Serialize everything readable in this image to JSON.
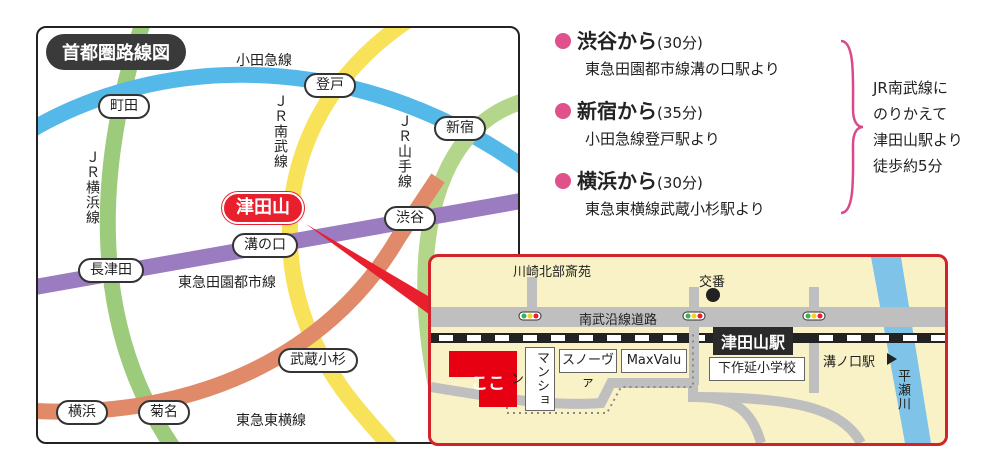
{
  "route_map": {
    "title": "首都圏路線図",
    "stations": {
      "noborito": "登戸",
      "machida": "町田",
      "shinjuku": "新宿",
      "shibuya": "渋谷",
      "tsudayama": "津田山",
      "mizonokuchi": "溝の口",
      "nagatsuta": "長津田",
      "musashikosugi": "武蔵小杉",
      "yokohama": "横浜",
      "kikuna": "菊名"
    },
    "lines": {
      "odakyu": "小田急線",
      "jr_nambu": "ＪＲ南武線",
      "jr_yamanote": "ＪＲ山手線",
      "jr_yokohama": "ＪＲ横浜線",
      "denentoshi": "東急田園都市線",
      "toyoko": "東急東横線"
    },
    "colors": {
      "odakyu": "#54b9e8",
      "nambu": "#f8e25a",
      "yokohama": "#93c572",
      "yamanote": "#b3d68a",
      "denentoshi": "#9b7cc0",
      "toyoko": "#e08a6a",
      "highlight": "#e8202e"
    }
  },
  "access": {
    "routes": [
      {
        "from": "渋谷から",
        "time": "(30分)",
        "desc": "東急田園都市線溝の口駅より"
      },
      {
        "from": "新宿から",
        "time": "(35分)",
        "desc": "小田急線登戸駅より"
      },
      {
        "from": "横浜から",
        "time": "(30分)",
        "desc": "東急東横線武蔵小杉駅より"
      }
    ],
    "transfer_note": [
      "JR南武線に",
      "のりかえて",
      "津田山駅より",
      "徒歩約5分"
    ],
    "dot_color": "#e0508a"
  },
  "local_map": {
    "landmarks": {
      "kawasaki_hokubu": "川崎北部斎苑",
      "koban": "交番",
      "road": "南武沿線道路",
      "station": "津田山駅",
      "mizonokuchi_station": "溝ノ口駅",
      "river": "平瀬川",
      "here": "ここ",
      "mansion": "マンション",
      "snova": "スノーヴァ",
      "maxvalu": "MaxValu",
      "school": "下作延小学校"
    },
    "colors": {
      "background": "#f8f2c6",
      "road": "#bfbfbf",
      "river": "#7fc4e8",
      "here": "#e60012",
      "border": "#d2232a"
    }
  }
}
